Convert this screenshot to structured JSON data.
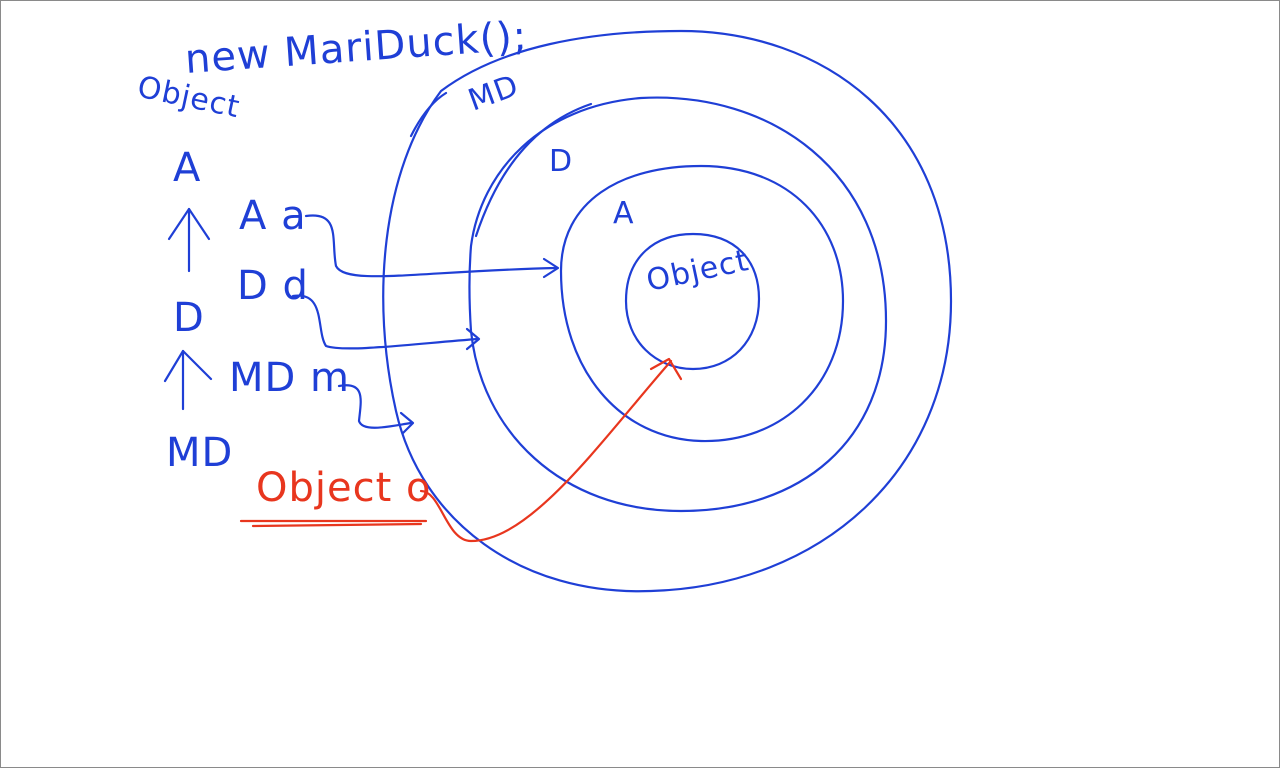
{
  "colors": {
    "ink": "#1f3fd6",
    "highlight": "#e8361e",
    "background": "#ffffff",
    "border": "#8a8a8a"
  },
  "title_code": "new MariDuck();",
  "hierarchy": {
    "top": "Object",
    "levels": [
      "A",
      "D",
      "MD"
    ]
  },
  "references": [
    {
      "declaration": "A a",
      "target_ring": "A"
    },
    {
      "declaration": "D d",
      "target_ring": "D"
    },
    {
      "declaration": "MD m",
      "target_ring": "MD"
    },
    {
      "declaration": "Object o",
      "target_ring": "Object"
    }
  ],
  "rings": [
    "MD",
    "D",
    "A",
    "Object"
  ]
}
